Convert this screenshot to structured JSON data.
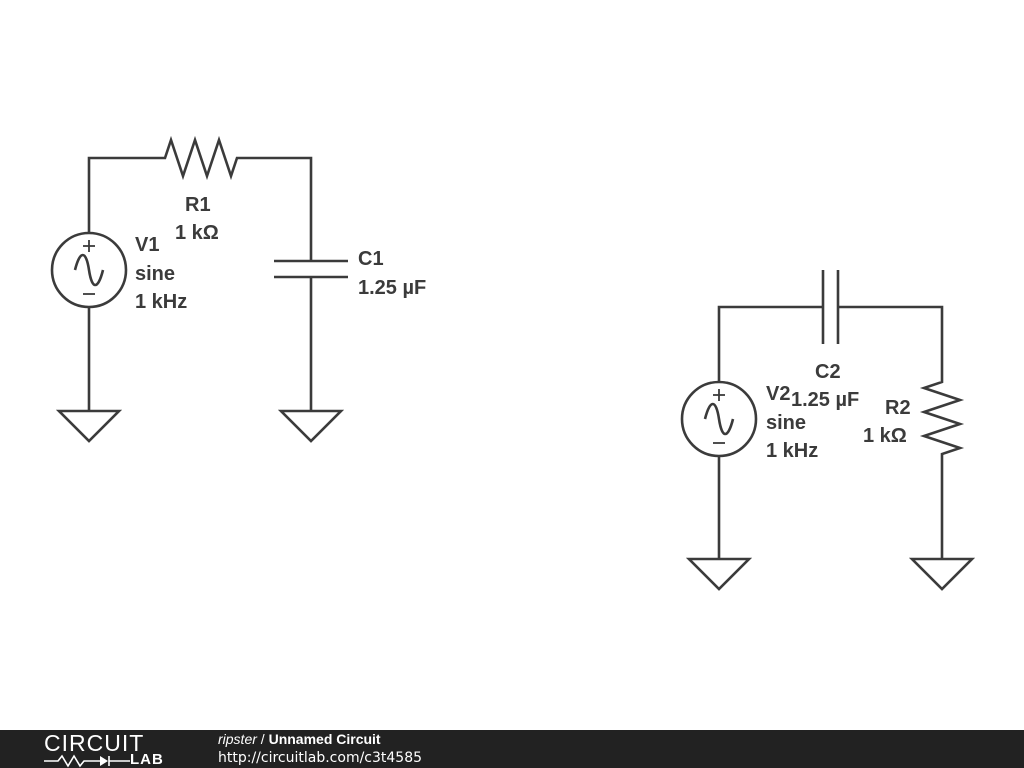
{
  "components": {
    "v1": {
      "name": "V1",
      "type": "sine",
      "freq": "1 kHz"
    },
    "r1": {
      "name": "R1",
      "value": "1 kΩ"
    },
    "c1": {
      "name": "C1",
      "value": "1.25 µF"
    },
    "v2": {
      "name": "V2",
      "type": "sine",
      "freq": "1 kHz"
    },
    "c2": {
      "name": "C2",
      "value": "1.25 µF"
    },
    "r2": {
      "name": "R2",
      "value": "1 kΩ"
    }
  },
  "footer": {
    "brand_top": "CIRCUIT",
    "brand_bottom": "LAB",
    "user": "ripster",
    "separator": "/",
    "title": "Unnamed Circuit",
    "url": "http://circuitlab.com/c3t4585"
  },
  "colors": {
    "ink": "#3b3b3b",
    "footer_bg": "#222222",
    "footer_text": "#ffffff"
  }
}
